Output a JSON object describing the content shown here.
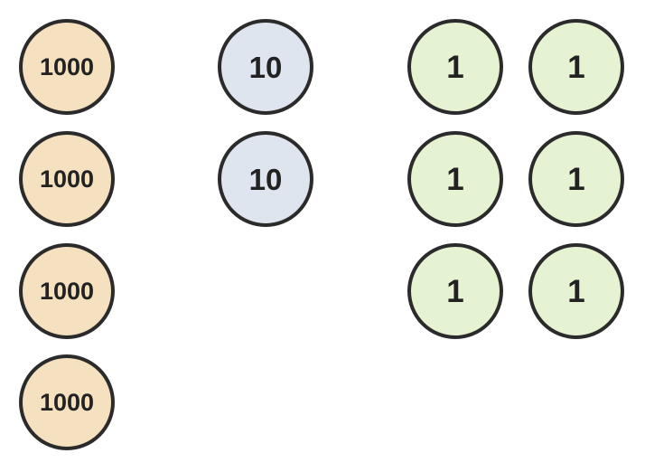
{
  "colors": {
    "thousand_fill": "#f5e1c0",
    "ten_fill": "#dfe5ef",
    "one_fill": "#e6f3d2",
    "outline": "#2b2b2b"
  },
  "place_value_discs": {
    "thousands": [
      "1000",
      "1000",
      "1000",
      "1000"
    ],
    "tens": [
      "10",
      "10"
    ],
    "ones": [
      "1",
      "1",
      "1",
      "1",
      "1",
      "1"
    ]
  }
}
